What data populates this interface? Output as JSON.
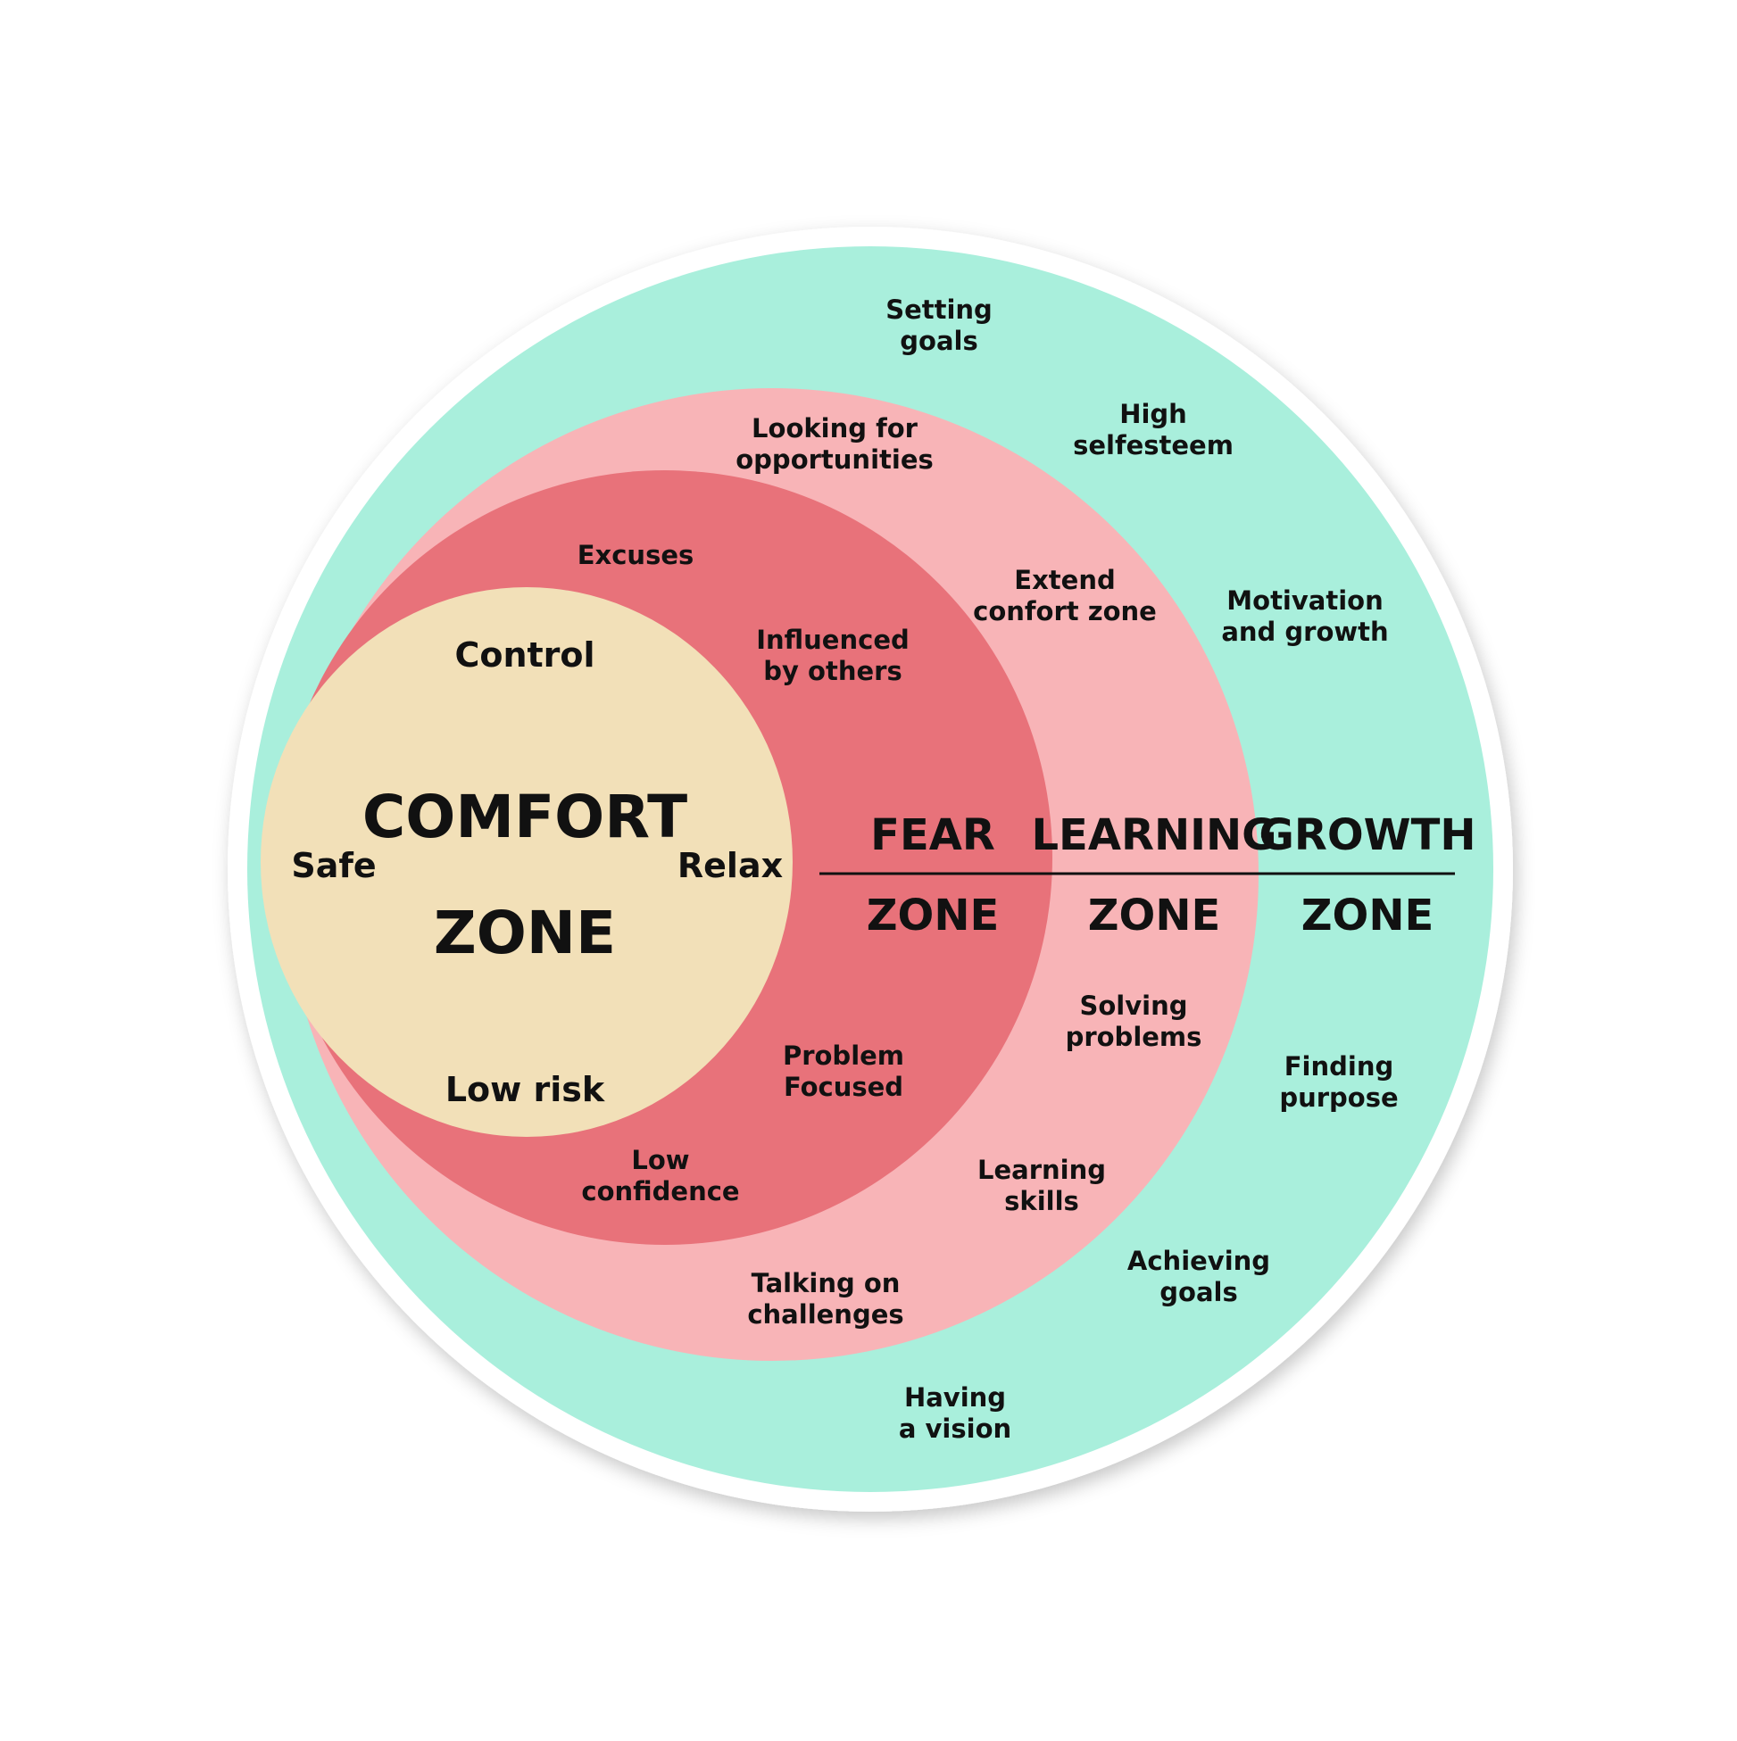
{
  "colors": {
    "background": "#ffffff",
    "sticker_border": "#ffffff",
    "growth": "#a9efdc",
    "learning": "#f8b4b7",
    "fear": "#e8727a",
    "comfort": "#f2e0b8",
    "divider": "#111111"
  },
  "comfort_zone": {
    "title_line1": "COMFORT",
    "title_line2": "ZONE",
    "items": {
      "top": "Control",
      "left": "Safe",
      "right": "Relax",
      "bottom": "Low risk"
    }
  },
  "fear_zone": {
    "title_line1": "FEAR",
    "title_line2": "ZONE",
    "items": {
      "excuses": "Excuses",
      "influenced_1": "Influenced",
      "influenced_2": "by others",
      "problem_1": "Problem",
      "problem_2": "Focused",
      "low_conf_1": "Low",
      "low_conf_2": "confidence"
    }
  },
  "learning_zone": {
    "title_line1": "LEARNING",
    "title_line2": "ZONE",
    "items": {
      "looking_1": "Looking for",
      "looking_2": "opportunities",
      "extend_1": "Extend",
      "extend_2": "confort zone",
      "solving_1": "Solving",
      "solving_2": "problems",
      "learning_1": "Learning",
      "learning_2": "skills",
      "talking_1": "Talking on",
      "talking_2": "challenges"
    }
  },
  "growth_zone": {
    "title_line1": "GROWTH",
    "title_line2": "ZONE",
    "items": {
      "setting_1": "Setting",
      "setting_2": "goals",
      "esteem_1": "High",
      "esteem_2": "selfesteem",
      "motivation_1": "Motivation",
      "motivation_2": "and growth",
      "finding_1": "Finding",
      "finding_2": "purpose",
      "achieving_1": "Achieving",
      "achieving_2": "goals",
      "vision_1": "Having",
      "vision_2": "a vision"
    }
  }
}
